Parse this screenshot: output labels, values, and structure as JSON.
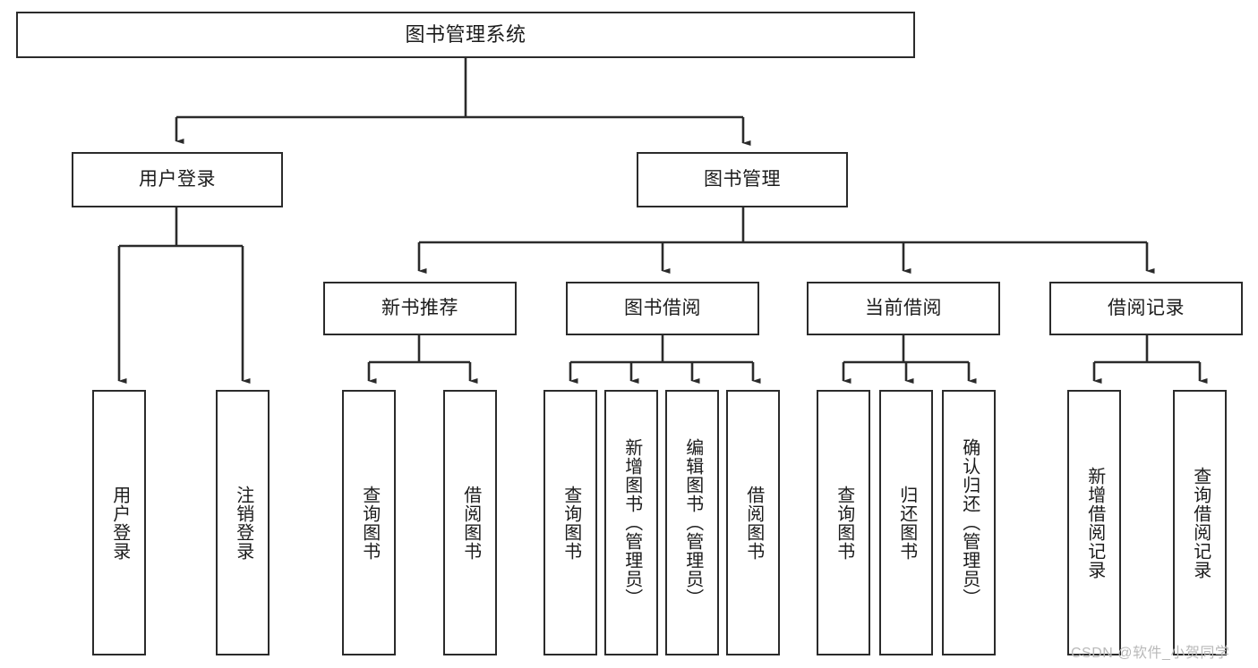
{
  "diagram": {
    "type": "tree-hierarchy-diagram",
    "title": "图书管理系统",
    "colors": {
      "background": "#ffffff",
      "box_border": "#2b2b2b",
      "box_fill": "#ffffff",
      "connector": "#2b2b2b",
      "text": "#1c1c1c",
      "watermark": "#b9b9b9"
    },
    "levels": {
      "root": {
        "label": "图书管理系统"
      },
      "level1": [
        {
          "id": "user-login",
          "label": "用户登录"
        },
        {
          "id": "book-management",
          "label": "图书管理"
        }
      ],
      "level2": [
        {
          "id": "new-book-recommend",
          "label": "新书推荐",
          "parent": "book-management"
        },
        {
          "id": "book-borrow",
          "label": "图书借阅",
          "parent": "book-management"
        },
        {
          "id": "current-borrow",
          "label": "当前借阅",
          "parent": "book-management"
        },
        {
          "id": "borrow-record",
          "label": "借阅记录",
          "parent": "book-management"
        }
      ],
      "leaves": {
        "user-login": [
          {
            "id": "leaf-user-login",
            "label": "用户登录"
          },
          {
            "id": "leaf-user-logout",
            "label": "注销登录"
          }
        ],
        "new-book-recommend": [
          {
            "id": "leaf-query-book-1",
            "label": "查询图书"
          },
          {
            "id": "leaf-borrow-book-1",
            "label": "借阅图书"
          }
        ],
        "book-borrow": [
          {
            "id": "leaf-query-book-2",
            "label": "查询图书"
          },
          {
            "id": "leaf-add-book",
            "label": "新增图书（管理员）"
          },
          {
            "id": "leaf-edit-book",
            "label": "编辑图书（管理员）"
          },
          {
            "id": "leaf-borrow-book-2",
            "label": "借阅图书"
          }
        ],
        "current-borrow": [
          {
            "id": "leaf-query-book-3",
            "label": "查询图书"
          },
          {
            "id": "leaf-return-book",
            "label": "归还图书"
          },
          {
            "id": "leaf-confirm-return",
            "label": "确认归还（管理员）"
          }
        ],
        "borrow-record": [
          {
            "id": "leaf-add-record",
            "label": "新增借阅记录"
          },
          {
            "id": "leaf-query-record",
            "label": "查询借阅记录"
          }
        ]
      }
    },
    "watermark": "CSDN @软件_小贺同学"
  }
}
